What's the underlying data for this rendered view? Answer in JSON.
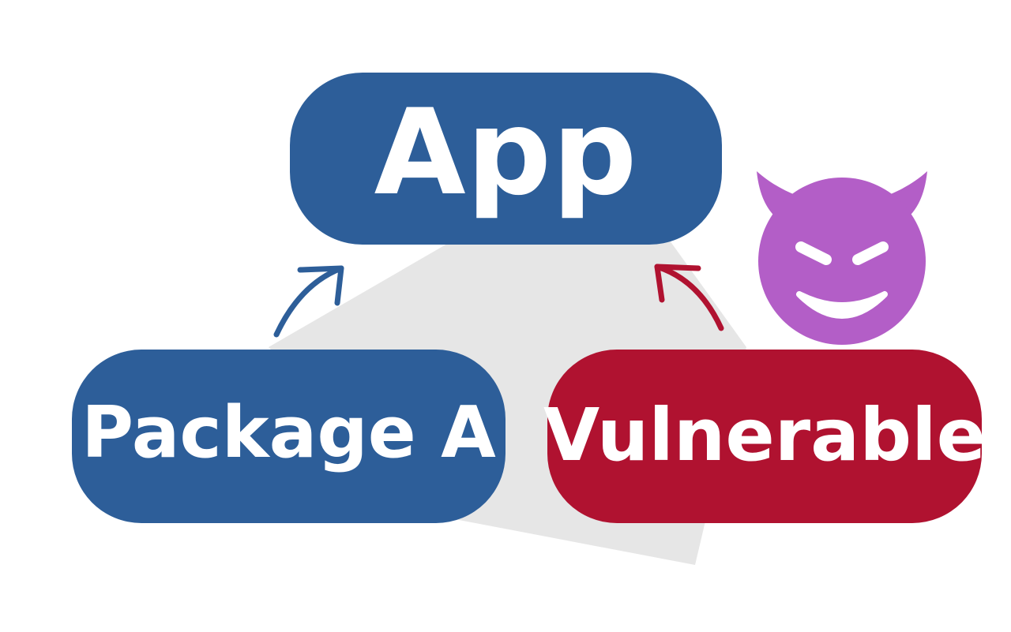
{
  "nodes": {
    "app": {
      "label": "App"
    },
    "package_a": {
      "label": "Package A"
    },
    "vulnerable": {
      "label": "Vulnerable"
    }
  },
  "icons": {
    "attacker": "smiling-face-with-horns-icon"
  },
  "colors": {
    "safe_node": "#2d5e99",
    "vulnerable_node": "#b01230",
    "attacker": "#b35ec7",
    "backdrop": "#e6e6e6"
  }
}
